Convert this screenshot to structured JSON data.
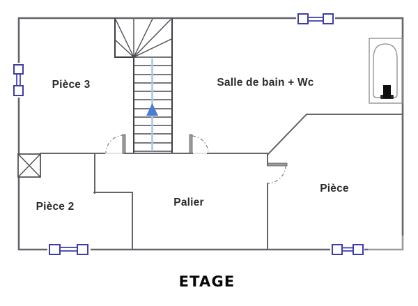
{
  "title": "ETAGE",
  "rooms": {
    "piece3": "Pièce 3",
    "salle_de_bain": "Salle de bain + Wc",
    "piece2": "Pièce 2",
    "palier": "Palier",
    "piece": "Pièce"
  },
  "symbols": {
    "staircase": "staircase-up-icon",
    "stairs_direction": "up",
    "stairs_arrow_glyph": "▲",
    "windows_count": 4,
    "doors_count": 3,
    "bathtub": "bathtub-icon",
    "flue_box": "crossed-box-icon"
  },
  "colors": {
    "wall": "#64646a",
    "window": "#3c3caa",
    "arrow_head": "#4b7dd6",
    "arrow_line": "#abc7e7",
    "text": "#2b2b2b",
    "title": "#070707"
  }
}
